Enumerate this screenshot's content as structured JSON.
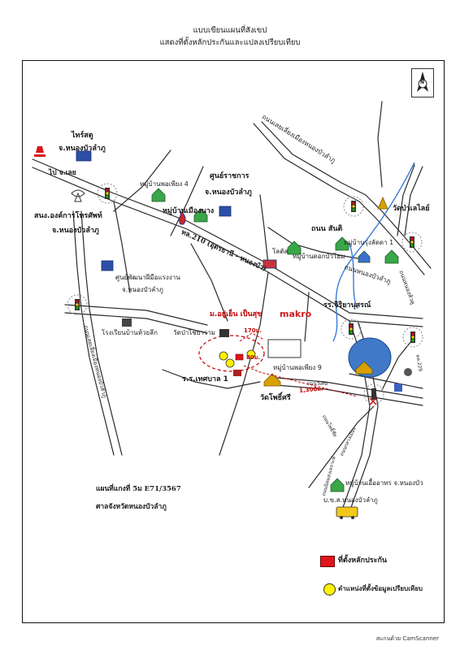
{
  "title": {
    "line1": "แบบเขียนแผนที่สังเขป",
    "line2": "แสดงที่ตั้งหลักประกันและแปลงเปรียบเทียบ"
  },
  "labels": {
    "thai_hondo": "ไทร์สตู",
    "thai_hondo_province": "จ.หนองบัวลำภู",
    "to_loei": "ไป จ.เลย",
    "tot": "สนง.องค์การโทรศัพท์",
    "tot_province": "จ.หนองบัวลำภู",
    "village_pho_phiang4": "หมู่บ้านพอเพียง 4",
    "village_mueang_nang": "หมู่บ้านเมืองนาง",
    "govt_center": "ศูนย์ราชการ",
    "govt_center_province": "จ.หนองบัวลำภู",
    "road_lop_ban": "ถนนเลยเลี่ยงเมืองหนองบัวลำภู",
    "road_210": "ทล.210 (อุดรธานี - หนองบัว)",
    "wat_pa": "วัดป่าเลไลย์",
    "road_santi": "ถนน สันติ",
    "village_rung_dara": "หมู่บ้านรุ่งลัดดา 1",
    "lotus": "โลตัส",
    "village_dok_bua": "หมู่บ้านดอกบัวโฮม",
    "road_nong_bua": "ถนนหนองบัวลำภู",
    "skill_center": "ศูนย์พัฒนาฝีมือแรงงาน",
    "skill_center_province": "จ.หนองบัวลำภู",
    "school_huai_lik": "โรงเรียนบ้านห้วยลึก",
    "project_name": "ม.อยู่เย็น เป็นสุข",
    "makro": "makro",
    "wat_pa_chaiya": "วัดป่าไชยาราม",
    "dist_170": "170ม.",
    "dist_80": "80ม.",
    "village_pho_phiang9": "หมู่บ้านพอเพียง 9",
    "school_thetsaban1": "ร.ร.เทศบาล 1",
    "wat_pho_si": "วัดโพธิ์ศรี",
    "dist_1300": "1,300ม.",
    "road_ban_khu": "ถนนวิเศษ",
    "road_thai_nothing": "ถนนโพธิ์ชัย",
    "school_chiya": "รร.จิริยานุสรณ์",
    "road_nong_hua_khu": "ถนนหนองหัวคู",
    "road_229": "ทล.229",
    "road_west": "ถนนเลยเลี่ยงเมืองหนองบัวลำภู",
    "road_south": "ถนนกลางเมือง",
    "road_south2": "ถนนนิคมสงเคราะห์",
    "village_uea_arthon": "หมู่บ้านเอื้ออาทร จ.หนองบัว",
    "bkk_nong_bua": "บ.ข.ส.หนองบัวลำภู",
    "map_sheet": "แผนที่แกงที่ 5ม E71/3567",
    "court": "ศาลจังหวัดหนองบัวลำภู",
    "north": "N"
  },
  "legend": {
    "collateral": "ที่ตั้งหลักประกัน",
    "comparison": "ตำแหน่งที่ตั้งข้อมูลเปรียบเทียบ",
    "collateral_color": "#e0141c",
    "comparison_color": "#fff200"
  },
  "footer": "สแกนด้วย CamScanner"
}
